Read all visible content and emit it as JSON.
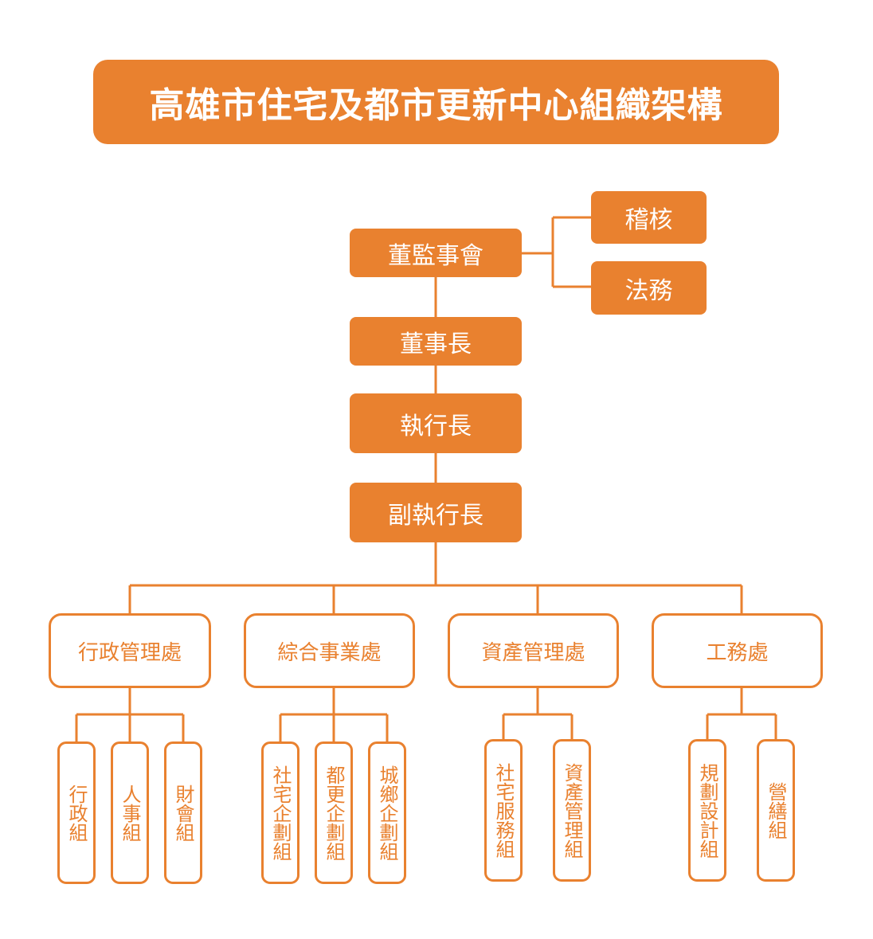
{
  "title": "高雄市住宅及都市更新中心組織架構",
  "colors": {
    "accent": "#E9812F",
    "background": "#FFFFFF"
  },
  "board": "董監事會",
  "side_units": [
    "稽核",
    "法務"
  ],
  "chain": [
    "董事長",
    "執行長",
    "副執行長"
  ],
  "departments": [
    {
      "name": "行政管理處",
      "teams": [
        "行政組",
        "人事組",
        "財會組"
      ]
    },
    {
      "name": "綜合事業處",
      "teams": [
        "社宅企劃組",
        "都更企劃組",
        "城鄉企劃組"
      ]
    },
    {
      "name": "資產管理處",
      "teams": [
        "社宅服務組",
        "資產管理組"
      ]
    },
    {
      "name": "工務處",
      "teams": [
        "規劃設計組",
        "營繕組"
      ]
    }
  ]
}
